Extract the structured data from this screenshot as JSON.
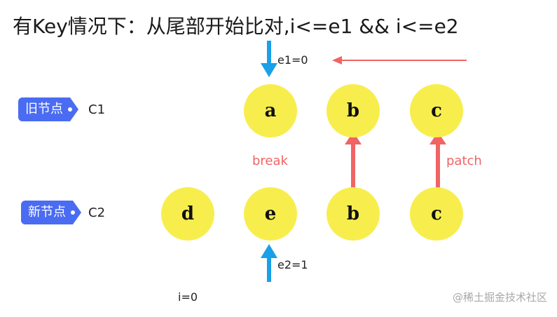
{
  "title": "有Key情况下：从尾部开始比对,i<=e1 && i<=e2",
  "old_nodes": {
    "badge": "旧节点",
    "name": "C1",
    "items": [
      "a",
      "b",
      "c"
    ]
  },
  "new_nodes": {
    "badge": "新节点",
    "name": "C2",
    "items": [
      "d",
      "e",
      "b",
      "c"
    ]
  },
  "pointers": {
    "e1": "e1=0",
    "e2": "e2=1",
    "i": "i=0"
  },
  "labels": {
    "break": "break",
    "patch": "patch"
  },
  "watermark": "@稀土掘金技术社区",
  "colors": {
    "node": "#f7ee4e",
    "badge": "#4a6cf2",
    "pointer_arrow": "#1aa0e8",
    "direction_arrow": "#f06464",
    "patch_arrow": "#f06464"
  }
}
